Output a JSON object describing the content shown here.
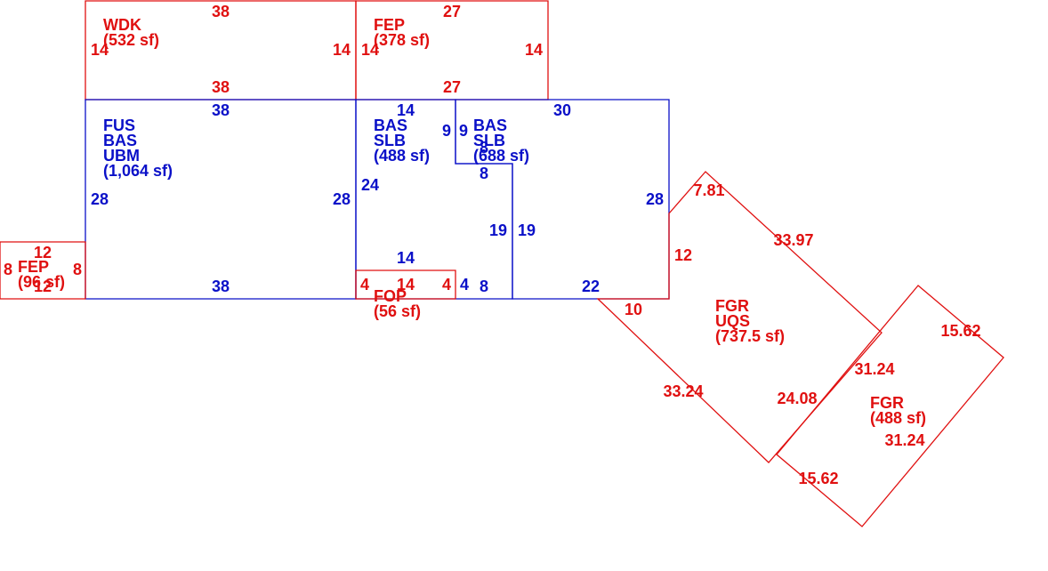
{
  "colors": {
    "red": "#e01010",
    "blue": "#0a10c8"
  },
  "areas": {
    "wdk": {
      "lines": [
        "WDK",
        "(532 sf)"
      ],
      "color": "red"
    },
    "fep1": {
      "lines": [
        "FEP",
        "(378 sf)"
      ],
      "color": "red"
    },
    "fus": {
      "lines": [
        "FUS",
        "BAS",
        "UBM",
        "(1,064 sf)"
      ],
      "color": "blue"
    },
    "bas1": {
      "lines": [
        "BAS",
        "SLB",
        "(488 sf)"
      ],
      "color": "blue"
    },
    "bas2": {
      "lines": [
        "BAS",
        "SLB",
        "(688 sf)"
      ],
      "color": "blue"
    },
    "fep2": {
      "lines": [
        "FEP",
        "(96 sf)"
      ],
      "color": "red"
    },
    "fop": {
      "lines": [
        "FOP",
        "(56 sf)"
      ],
      "color": "red"
    },
    "fgr1": {
      "lines": [
        "FGR",
        "UQS",
        "(737.5 sf)"
      ],
      "color": "red"
    },
    "fgr2": {
      "lines": [
        "FGR",
        "(488 sf)"
      ],
      "color": "red"
    }
  },
  "dimensions": [
    {
      "text": "38",
      "color": "red"
    },
    {
      "text": "14",
      "color": "red"
    },
    {
      "text": "14",
      "color": "red"
    },
    {
      "text": "38",
      "color": "red"
    },
    {
      "text": "27",
      "color": "red"
    },
    {
      "text": "14",
      "color": "red"
    },
    {
      "text": "14",
      "color": "red"
    },
    {
      "text": "27",
      "color": "red"
    },
    {
      "text": "38",
      "color": "blue"
    },
    {
      "text": "28",
      "color": "blue"
    },
    {
      "text": "28",
      "color": "blue"
    },
    {
      "text": "38",
      "color": "blue"
    },
    {
      "text": "14",
      "color": "blue"
    },
    {
      "text": "9",
      "color": "blue"
    },
    {
      "text": "24",
      "color": "blue"
    },
    {
      "text": "14",
      "color": "blue"
    },
    {
      "text": "19",
      "color": "blue"
    },
    {
      "text": "9",
      "color": "blue"
    },
    {
      "text": "30",
      "color": "blue"
    },
    {
      "text": "8",
      "color": "blue"
    },
    {
      "text": "8",
      "color": "blue"
    },
    {
      "text": "28",
      "color": "blue"
    },
    {
      "text": "19",
      "color": "blue"
    },
    {
      "text": "22",
      "color": "blue"
    },
    {
      "text": "4",
      "color": "blue"
    },
    {
      "text": "8",
      "color": "blue"
    },
    {
      "text": "12",
      "color": "red"
    },
    {
      "text": "8",
      "color": "red"
    },
    {
      "text": "8",
      "color": "red"
    },
    {
      "text": "12",
      "color": "red"
    },
    {
      "text": "4",
      "color": "red"
    },
    {
      "text": "14",
      "color": "red"
    },
    {
      "text": "4",
      "color": "red"
    },
    {
      "text": "7.81",
      "color": "red"
    },
    {
      "text": "33.97",
      "color": "red"
    },
    {
      "text": "12",
      "color": "red"
    },
    {
      "text": "10",
      "color": "red"
    },
    {
      "text": "33.24",
      "color": "red"
    },
    {
      "text": "24.08",
      "color": "red"
    },
    {
      "text": "15.62",
      "color": "red"
    },
    {
      "text": "31.24",
      "color": "red"
    },
    {
      "text": "31.24",
      "color": "red"
    },
    {
      "text": "15.62",
      "color": "red"
    }
  ]
}
